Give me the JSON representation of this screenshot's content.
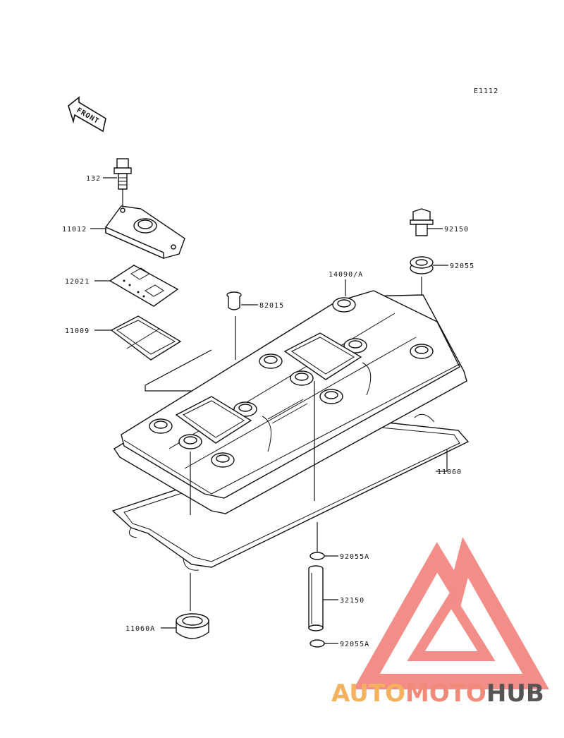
{
  "figure_code": "E1112",
  "front_arrow_label": "FRONT",
  "parts": {
    "p132": "132",
    "p11012": "11012",
    "p12021": "12021",
    "p11009": "11009",
    "p82015": "82015",
    "p14090A": "14090/A",
    "p92150": "92150",
    "p92055": "92055",
    "p11060": "11060",
    "p92055A_top": "92055A",
    "p32150": "32150",
    "p11060A": "11060A",
    "p92055A_bottom": "92055A"
  },
  "watermark": {
    "part1": "AUTO",
    "part2": "MOTO",
    "part3": "HUB",
    "colors": {
      "auto": "#f5b25e",
      "moto": "#f28a7a",
      "hub": "#555555",
      "triangle": "#f07a73"
    }
  }
}
